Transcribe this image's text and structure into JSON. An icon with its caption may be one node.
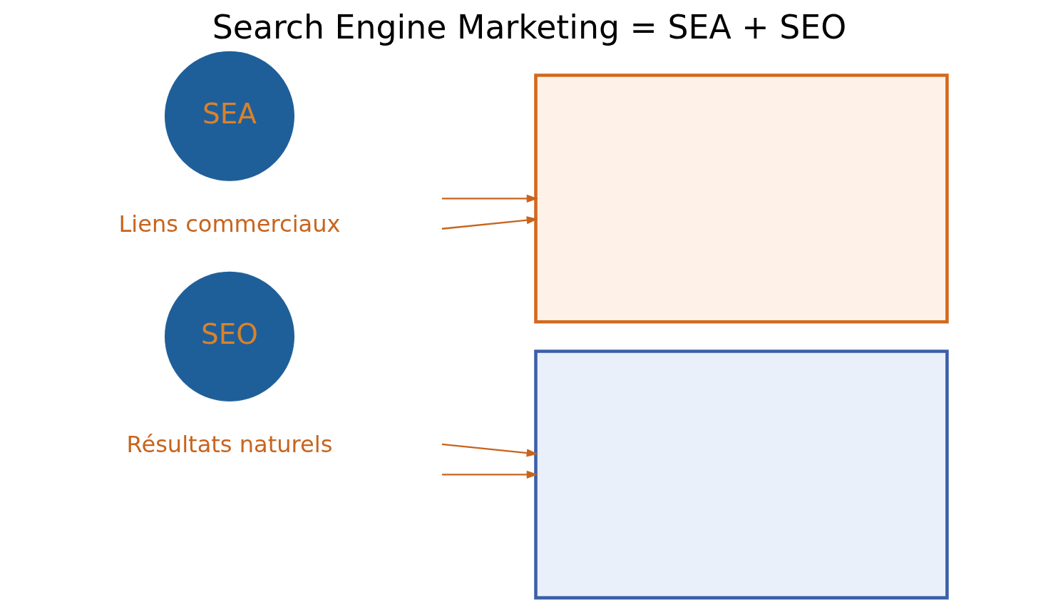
{
  "diagram": {
    "title": "Search Engine Marketing = SEA + SEO",
    "nodes": [
      {
        "text": [
          "SEA"
        ],
        "beside": [
          "Liens commerciaux"
        ]
      },
      {
        "text": [
          "SEO"
        ],
        "beside": [
          "Résultats naturels"
        ]
      },
      {
        "text": [],
        "shape": "box"
      },
      {
        "text": [],
        "shape": "box"
      }
    ],
    "edges": [
      {
        "from": null,
        "to": 2,
        "arrow": "to"
      },
      {
        "from": null,
        "to": 2,
        "arrow": "to"
      },
      {
        "from": null,
        "to": 3,
        "arrow": "to"
      },
      {
        "from": null,
        "to": 3,
        "arrow": "to"
      }
    ]
  }
}
